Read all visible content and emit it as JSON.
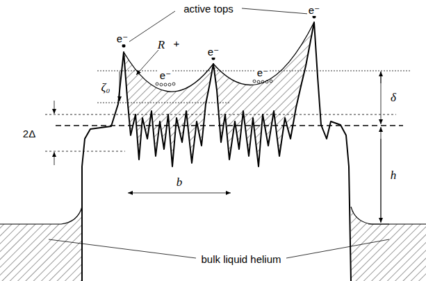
{
  "diagram": {
    "labels": [
      "active tops",
      "e⁻",
      "e⁻",
      "e⁻",
      "R",
      "+",
      "e⁻",
      "e⁻",
      "ζ₀",
      "δ",
      "2Δ",
      "b",
      "h",
      "bulk liquid helium"
    ]
  }
}
